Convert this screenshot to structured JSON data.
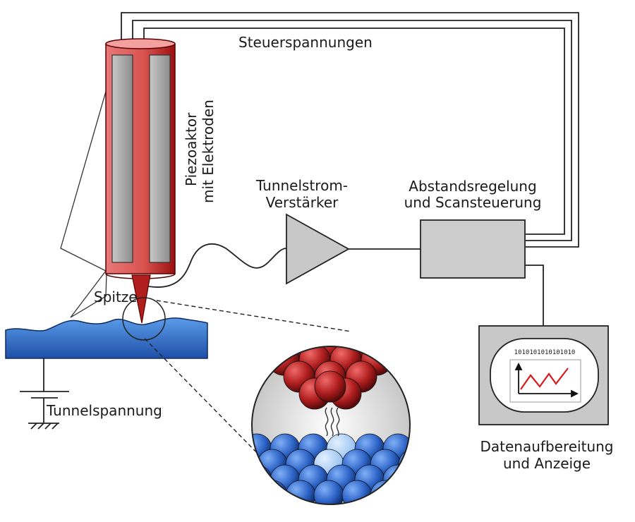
{
  "labels": {
    "steuerspannungen": "Steuerspannungen",
    "piezo_line1": "Piezoaktor",
    "piezo_line2": "mit Elektroden",
    "amp_line1": "Tunnelstrom-",
    "amp_line2": "Verstärker",
    "ctrl_line1": "Abstandsregelung",
    "ctrl_line2": "und Scansteuerung",
    "spitze": "Spitze",
    "tunnelspannung": "Tunnelspannung",
    "display_line1": "Datenaufbereitung",
    "display_line2": "und Anzeige",
    "screen_binary": "1010101010101010"
  },
  "colors": {
    "piezo_body": "#d9534f",
    "piezo_electrode": "#b3b3b3",
    "sample": "#3f7fd6",
    "tip_atoms": "#b01e1e",
    "sample_atoms": "#2e64c8",
    "box_fill": "#cccccc",
    "graph_line": "#d61a1a"
  }
}
